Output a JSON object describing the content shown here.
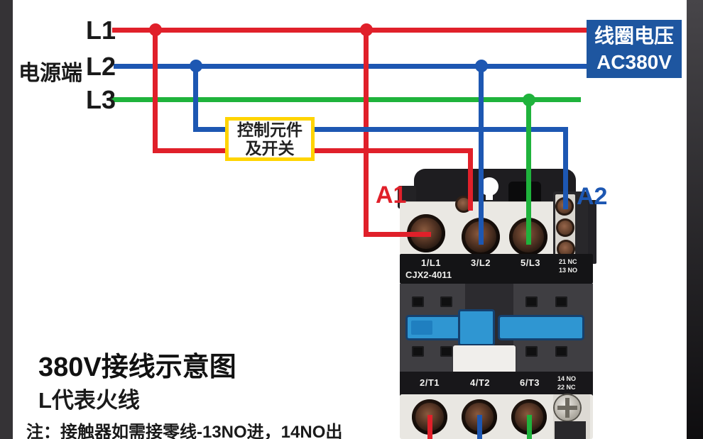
{
  "source_labels": {
    "group_label": "电源端",
    "l1": "L1",
    "l2": "L2",
    "l3": "L3"
  },
  "control_box": {
    "line1": "控制元件",
    "line2": "及开关"
  },
  "coil_box": {
    "line1": "线圈电压",
    "line2": "AC380V"
  },
  "coil_terminals": {
    "a1": "A1",
    "a2": "A2"
  },
  "contactor": {
    "model": "CJX2-4011",
    "input_terminals": [
      "1/L1",
      "3/L2",
      "5/L3"
    ],
    "aux_top": [
      "21 NC",
      "13 NO"
    ],
    "output_terminals": [
      "2/T1",
      "4/T2",
      "6/T3"
    ],
    "aux_bottom": [
      "14 NO",
      "22 NC"
    ]
  },
  "caption": {
    "title": "380V接线示意图",
    "subtitle": "L代表火线",
    "note": "注：接触器如需接零线-13NO进，14NO出"
  },
  "colors": {
    "l1_red": "#e0202a",
    "l2_blue": "#1d57b2",
    "l3_green": "#1fb33c",
    "control_border_yellow": "#ffd400",
    "coil_box_blue": "#1e56a0",
    "contactor_blue": "#2f96d2"
  }
}
